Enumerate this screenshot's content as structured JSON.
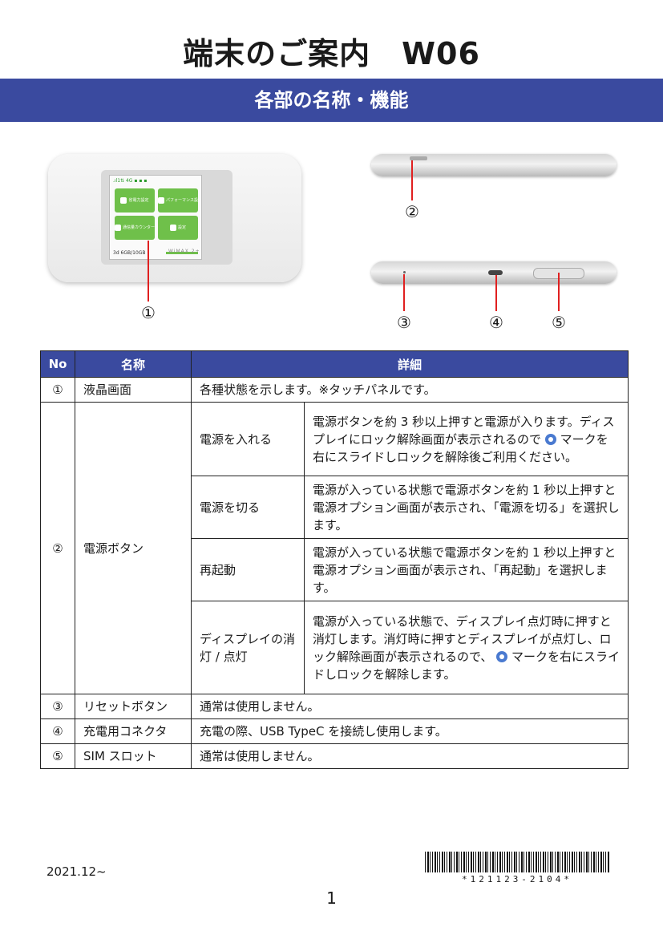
{
  "header": {
    "title": "端末のご案内　W06",
    "section": "各部の名称・機能"
  },
  "device": {
    "status_text": ".ıl1⇅ 4G ▪ ▪ ▪",
    "tiles": [
      "省電力設定",
      "パフォーマンス設定",
      "通信量カウンター",
      "設定"
    ],
    "data_usage": "3d 6GB/10GB",
    "brand": "WiMAX 2+"
  },
  "callouts": [
    "①",
    "②",
    "③",
    "④",
    "⑤"
  ],
  "table": {
    "headers": [
      "No",
      "名称",
      "詳細"
    ],
    "rows": [
      {
        "no": "①",
        "name": "液晶画面",
        "detail": "各種状態を示します。※タッチパネルです。"
      },
      {
        "no": "③",
        "name": "リセットボタン",
        "detail": "通常は使用しません。"
      },
      {
        "no": "④",
        "name": "充電用コネクタ",
        "detail": "充電の際、USB TypeC を接続し使用します。"
      },
      {
        "no": "⑤",
        "name": "SIM スロット",
        "detail": "通常は使用しません。"
      }
    ],
    "power": {
      "no": "②",
      "name": "電源ボタン",
      "subs": [
        {
          "label": "電源を入れる",
          "pre": "電源ボタンを約 3 秒以上押すと電源が入ります。ディスプレイにロック解除画面が表示されるので",
          "post": "マークを右にスライドしロックを解除後ご利用ください。"
        },
        {
          "label": "電源を切る",
          "text": "電源が入っている状態で電源ボタンを約 1 秒以上押すと電源オプション画面が表示され、「電源を切る」を選択します。"
        },
        {
          "label": "再起動",
          "text": "電源が入っている状態で電源ボタンを約 1 秒以上押すと電源オプション画面が表示され、「再起動」を選択します。"
        },
        {
          "label": "ディスプレイの消灯 / 点灯",
          "pre": "電源が入っている状態で、ディスプレイ点灯時に押すと消灯します。消灯時に押すとディスプレイが点灯し、ロック解除画面が表示されるので、",
          "post": "マークを右にスライドしロックを解除します。"
        }
      ]
    }
  },
  "footer": {
    "date": "2021.12~",
    "barcode_text": "*121123-2104*",
    "page": "1"
  },
  "colors": {
    "accent": "#3a4a9f",
    "leader": "#e02020"
  }
}
